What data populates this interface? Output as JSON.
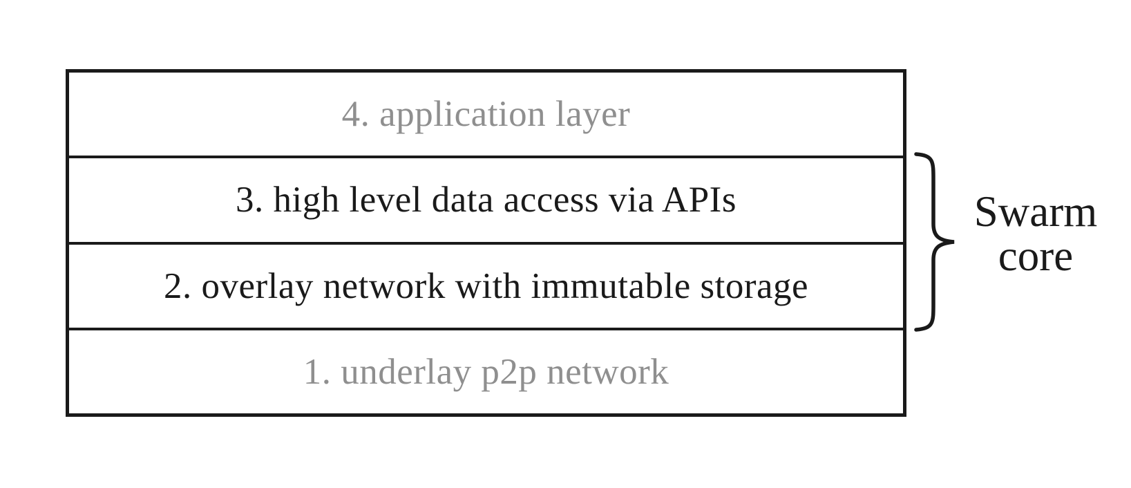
{
  "diagram": {
    "title": "swarm-layered-architecture",
    "layers": [
      {
        "label": "4. application layer",
        "emphasis": "muted"
      },
      {
        "label": "3. high level data access via APIs",
        "emphasis": "strong"
      },
      {
        "label": "2. overlay network with immutable storage",
        "emphasis": "strong"
      },
      {
        "label": "1. underlay p2p network",
        "emphasis": "muted"
      }
    ],
    "brace": {
      "shape": "right-curly-brace",
      "groups_layers": [
        "3. high level data access via APIs",
        "2. overlay network with immutable storage"
      ],
      "label_line1": "Swarm",
      "label_line2": "core"
    },
    "colors": {
      "ink": "#1a1a1a",
      "muted_text": "#8f8f8f",
      "background": "#ffffff"
    }
  }
}
